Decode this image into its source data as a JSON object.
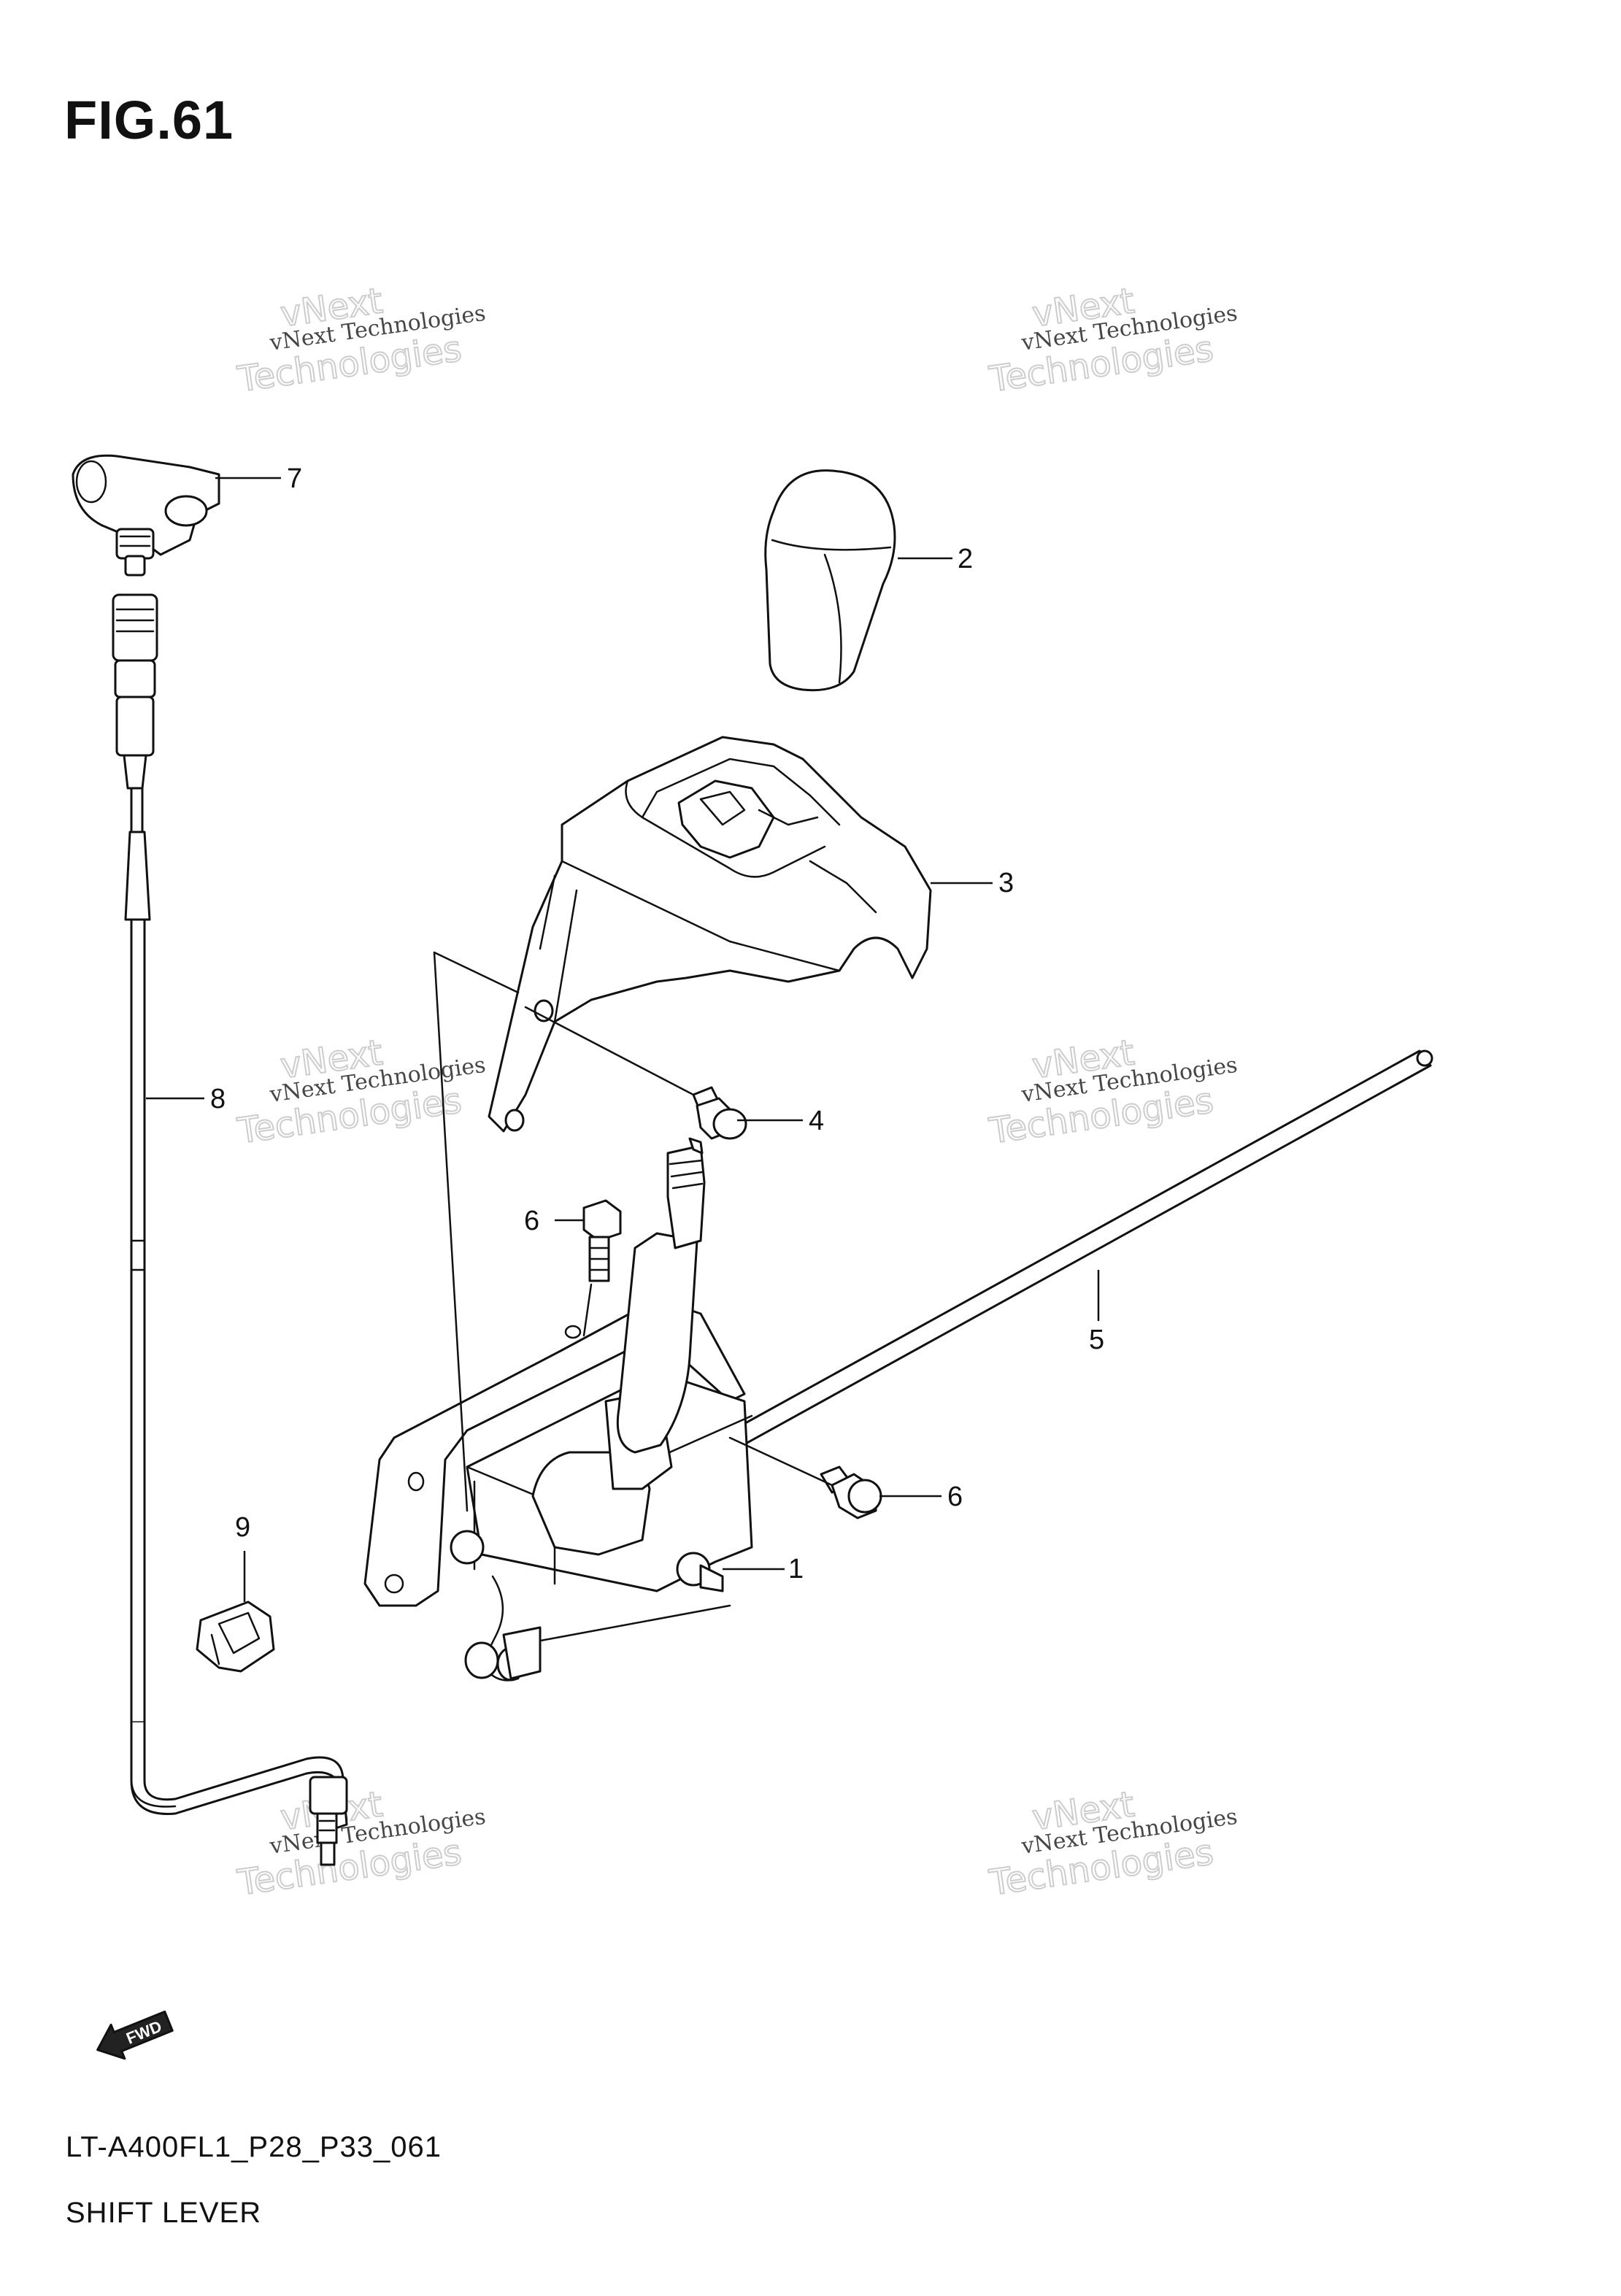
{
  "figure": {
    "title": "FIG.61"
  },
  "callouts": [
    {
      "number": "1"
    },
    {
      "number": "2"
    },
    {
      "number": "3"
    },
    {
      "number": "4"
    },
    {
      "number": "5"
    },
    {
      "number": "6"
    },
    {
      "number": "6"
    },
    {
      "number": "7"
    },
    {
      "number": "8"
    },
    {
      "number": "9"
    }
  ],
  "watermark": {
    "line1": "vNext Technologies",
    "line2": "Technologies",
    "top": "vNext"
  },
  "forward_arrow": {
    "label": "FWD"
  },
  "footer": {
    "model_code": "LT-A400FL1_P28_P33_061",
    "caption": "SHIFT LEVER"
  }
}
